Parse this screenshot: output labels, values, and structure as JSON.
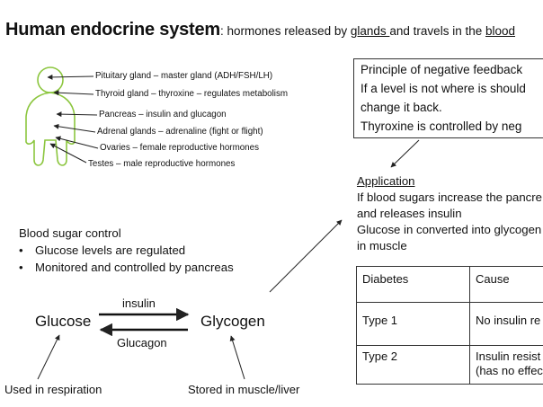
{
  "title": {
    "main": "Human endocrine system",
    "colon": ": hormones released by ",
    "glands": "glands ",
    "and_travels": "and travels in the ",
    "blood": "blood"
  },
  "glands": [
    "Pituitary gland – master gland (ADH/FSH/LH)",
    "Thyroid gland – thyroxine – regulates metabolism",
    "Pancreas – insulin and glucagon",
    "Adrenal glands – adrenaline (fight or flight)",
    "Ovaries – female reproductive hormones",
    "Testes – male reproductive hormones"
  ],
  "principle_box": [
    "Principle of negative feedback",
    "If a level is not where is should",
    "change it back.",
    "Thyroxine is controlled by neg"
  ],
  "application": {
    "heading": "Application",
    "lines": [
      "If blood sugars increase the pancre",
      "and releases insulin",
      "Glucose in converted into glycogen",
      "in muscle"
    ]
  },
  "blood_sugar": {
    "heading": "Blood sugar control",
    "bullets": [
      "Glucose levels are regulated",
      "Monitored and controlled by pancreas"
    ]
  },
  "cycle": {
    "glucose": "Glucose",
    "glycogen": "Glycogen",
    "insulin": "insulin",
    "glucagon": "Glucagon",
    "glucose_note": "Used in respiration",
    "glycogen_note": "Stored in muscle/liver"
  },
  "diabetes_table": {
    "headers": [
      "Diabetes",
      "Cause"
    ],
    "rows": [
      [
        "Type 1",
        "No insulin re"
      ],
      [
        "Type 2",
        "Insulin resist",
        "(has no effec"
      ]
    ]
  }
}
